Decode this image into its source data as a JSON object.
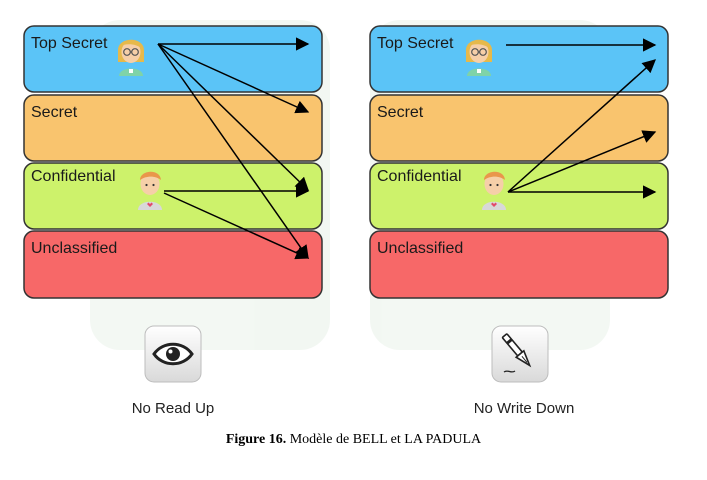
{
  "colors": {
    "top_secret": "#5bc4f7",
    "secret": "#f9c46e",
    "confidential": "#cdf26b",
    "unclassified": "#f76868",
    "border": "#333333"
  },
  "icons": {
    "subject_top": "woman-with-glasses-avatar-icon",
    "subject_conf": "man-avatar-icon",
    "read": "eye-icon",
    "write": "fountain-pen-icon"
  },
  "left_panel": {
    "levels": [
      "Top Secret",
      "Secret",
      "Confidential",
      "Unclassified"
    ],
    "caption": "No Read Up"
  },
  "right_panel": {
    "levels": [
      "Top Secret",
      "Secret",
      "Confidential",
      "Unclassified"
    ],
    "caption": "No Write Down"
  },
  "figure_caption": {
    "number": "Figure 16.",
    "text": "Modèle de BELL et LA PADULA"
  }
}
